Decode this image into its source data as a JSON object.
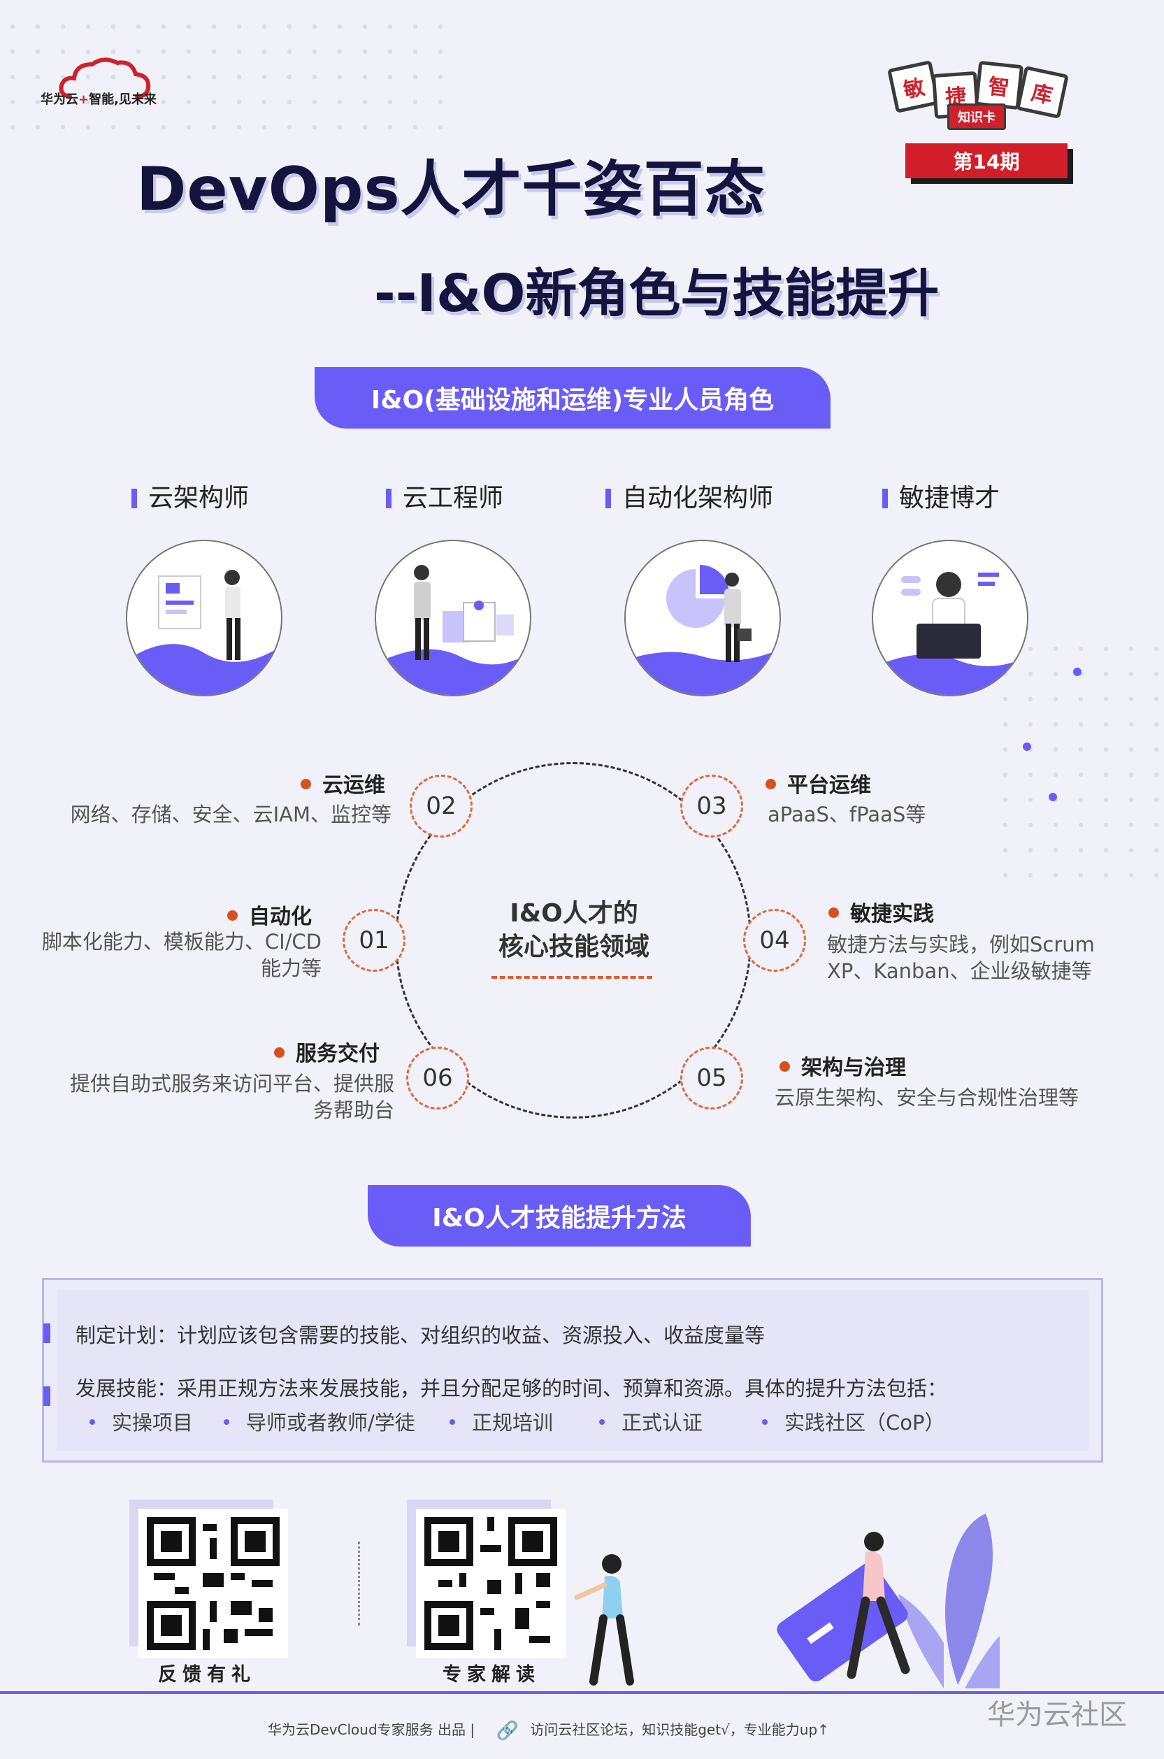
{
  "header": {
    "logo_text_a": "华为云",
    "logo_plus": "+",
    "logo_text_b": "智能,见未来",
    "title_line1": "DevOps人才千姿百态",
    "title_line2": "--I&O新角色与技能提升",
    "badge_tiles": [
      "敏",
      "捷",
      "智",
      "库"
    ],
    "badge_sub": "知识卡",
    "issue": "第14期"
  },
  "roles": {
    "heading": "I&O(基础设施和运维)专业人员角色",
    "items": [
      {
        "label": "云架构师",
        "icon": "cloud-architect-illustration"
      },
      {
        "label": "云工程师",
        "icon": "cloud-engineer-illustration"
      },
      {
        "label": "自动化架构师",
        "icon": "automation-architect-illustration"
      },
      {
        "label": "敏捷博才",
        "icon": "agile-generalist-illustration"
      }
    ]
  },
  "skills": {
    "center_line1": "I&O人才的",
    "center_line2": "核心技能领域",
    "items": [
      {
        "num": "01",
        "title": "自动化",
        "desc_line1": "脚本化能力、模板能力、CI/CD",
        "desc_line2": "能力等"
      },
      {
        "num": "02",
        "title": "云运维",
        "desc_line1": "网络、存储、安全、云IAM、监控等"
      },
      {
        "num": "03",
        "title": "平台运维",
        "desc_line1": "aPaaS、fPaaS等"
      },
      {
        "num": "04",
        "title": "敏捷实践",
        "desc_line1": "敏捷方法与实践，例如Scrum",
        "desc_line2": "XP、Kanban、企业级敏捷等"
      },
      {
        "num": "05",
        "title": "架构与治理",
        "desc_line1": "云原生架构、安全与合规性治理等"
      },
      {
        "num": "06",
        "title": "服务交付",
        "desc_line1": "提供自助式服务来访问平台、提供服",
        "desc_line2": "务帮助台"
      }
    ]
  },
  "methods": {
    "heading": "I&O人才技能提升方法",
    "plan": "制定计划：计划应该包含需要的技能、对组织的收益、资源投入、收益度量等",
    "develop": "发展技能：采用正规方法来发展技能，并且分配足够的时间、预算和资源。具体的提升方法包括：",
    "list": [
      "实操项目",
      "导师或者教师/学徒",
      "正规培训",
      "正式认证",
      "实践社区（CoP）"
    ]
  },
  "footer": {
    "qr1_label": "反馈有礼",
    "qr2_label": "专家解读",
    "text_a": "华为云DevCloud专家服务 出品  |",
    "text_b": "访问云社区论坛，知识技能get√，专业能力up↑",
    "community": "华为云社区"
  },
  "colors": {
    "accent": "#6a5cf6",
    "brand_red": "#d11e28",
    "bullet_orange": "#d9501f",
    "title_navy": "#14143f"
  }
}
